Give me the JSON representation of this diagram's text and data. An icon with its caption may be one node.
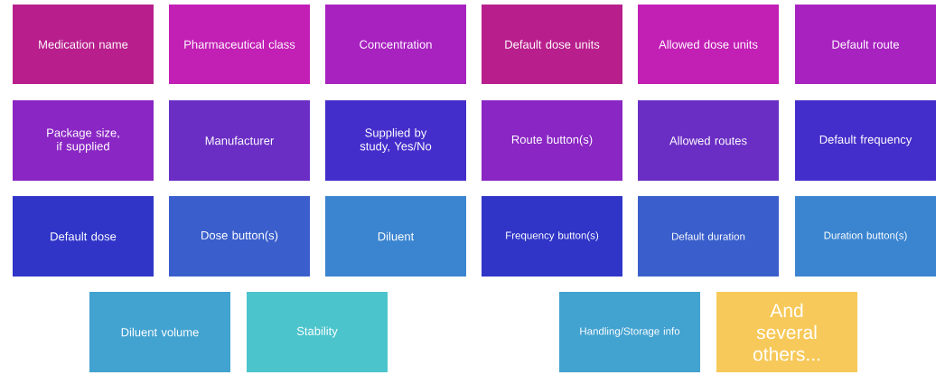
{
  "diagram": {
    "nodes": [
      {
        "text": [
          "Medication name"
        ]
      },
      {
        "text": [
          "Pharmaceutical class"
        ]
      },
      {
        "text": [
          "Concentration"
        ]
      },
      {
        "text": [
          "Default dose units"
        ]
      },
      {
        "text": [
          "Allowed dose units"
        ]
      },
      {
        "text": [
          "Default route"
        ]
      },
      {
        "text": [
          "Package size, if supplied"
        ]
      },
      {
        "text": [
          "Manufacturer"
        ]
      },
      {
        "text": [
          "Supplied by study, Yes/No"
        ]
      },
      {
        "text": [
          "Route button(s)"
        ]
      },
      {
        "text": [
          "Allowed routes"
        ]
      },
      {
        "text": [
          "Default frequency"
        ]
      },
      {
        "text": [
          "Default dose"
        ]
      },
      {
        "text": [
          "Dose button(s)"
        ]
      },
      {
        "text": [
          "Diluent"
        ]
      },
      {
        "text": [
          "Frequency button(s)"
        ]
      },
      {
        "text": [
          "Default duration"
        ]
      },
      {
        "text": [
          "Duration button(s)"
        ]
      },
      {
        "text": [
          "Diluent volume"
        ]
      },
      {
        "text": [
          "Stability"
        ]
      },
      {
        "text": [
          "Handling/Storage info"
        ]
      },
      {
        "text": [
          "And several others..."
        ]
      }
    ]
  }
}
